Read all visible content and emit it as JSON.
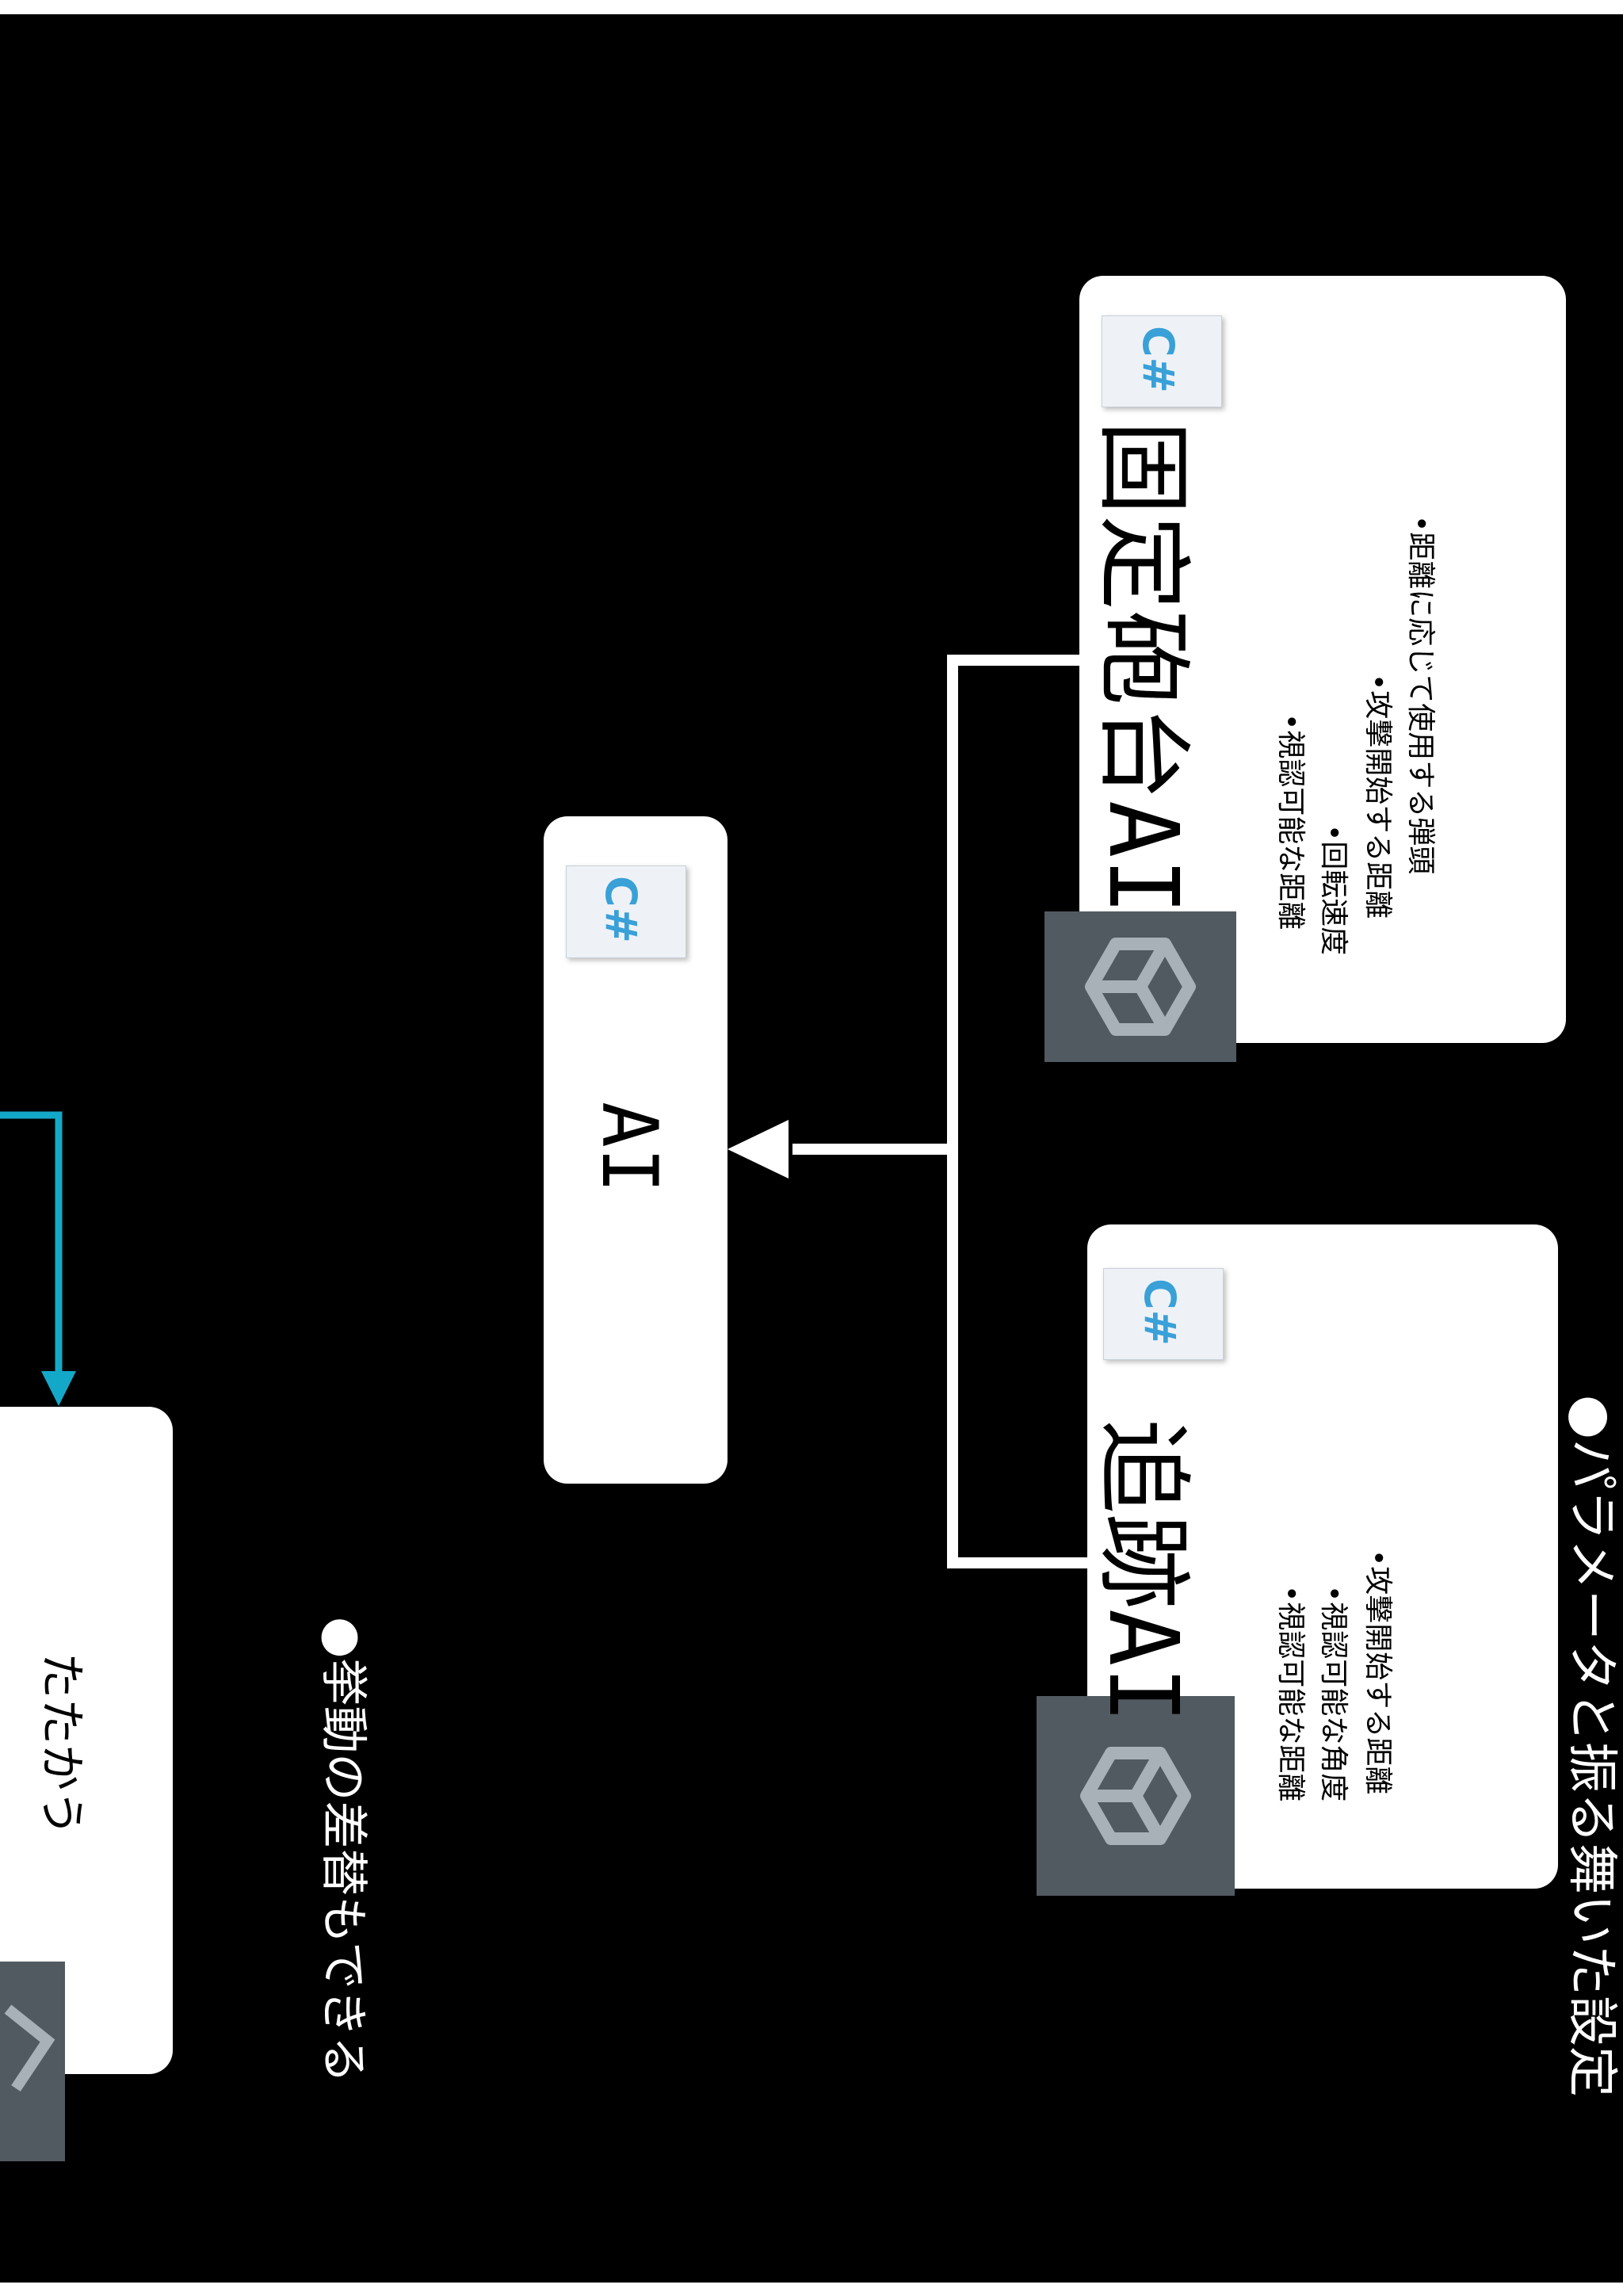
{
  "texts": {
    "tatakau": "たたかう",
    "note1": "●挙動の差替もできる",
    "ai": "AI",
    "fixed_title": "固定砲台AI",
    "chase_title": "追跡AI",
    "note2": "●パラメータと振る舞いた設定"
  },
  "fixed_params": [
    "•視認可能な距離",
    "•回転速度",
    "•攻撃開始する距離",
    "•距離に応じて使用する弾頭"
  ],
  "chase_params": [
    "•視認可能な距離",
    "•視認可能な角度",
    "•攻撃開始する距離"
  ],
  "icons": {
    "csharp": "C#",
    "unity": "unity-logo-icon"
  },
  "colors": {
    "background": "#000000",
    "card": "#ffffff",
    "connector": "#ffffff",
    "cyan_arrow": "#14a8c8",
    "csharp_text": "#3aa0d8",
    "unity_bg": "#525a61"
  }
}
